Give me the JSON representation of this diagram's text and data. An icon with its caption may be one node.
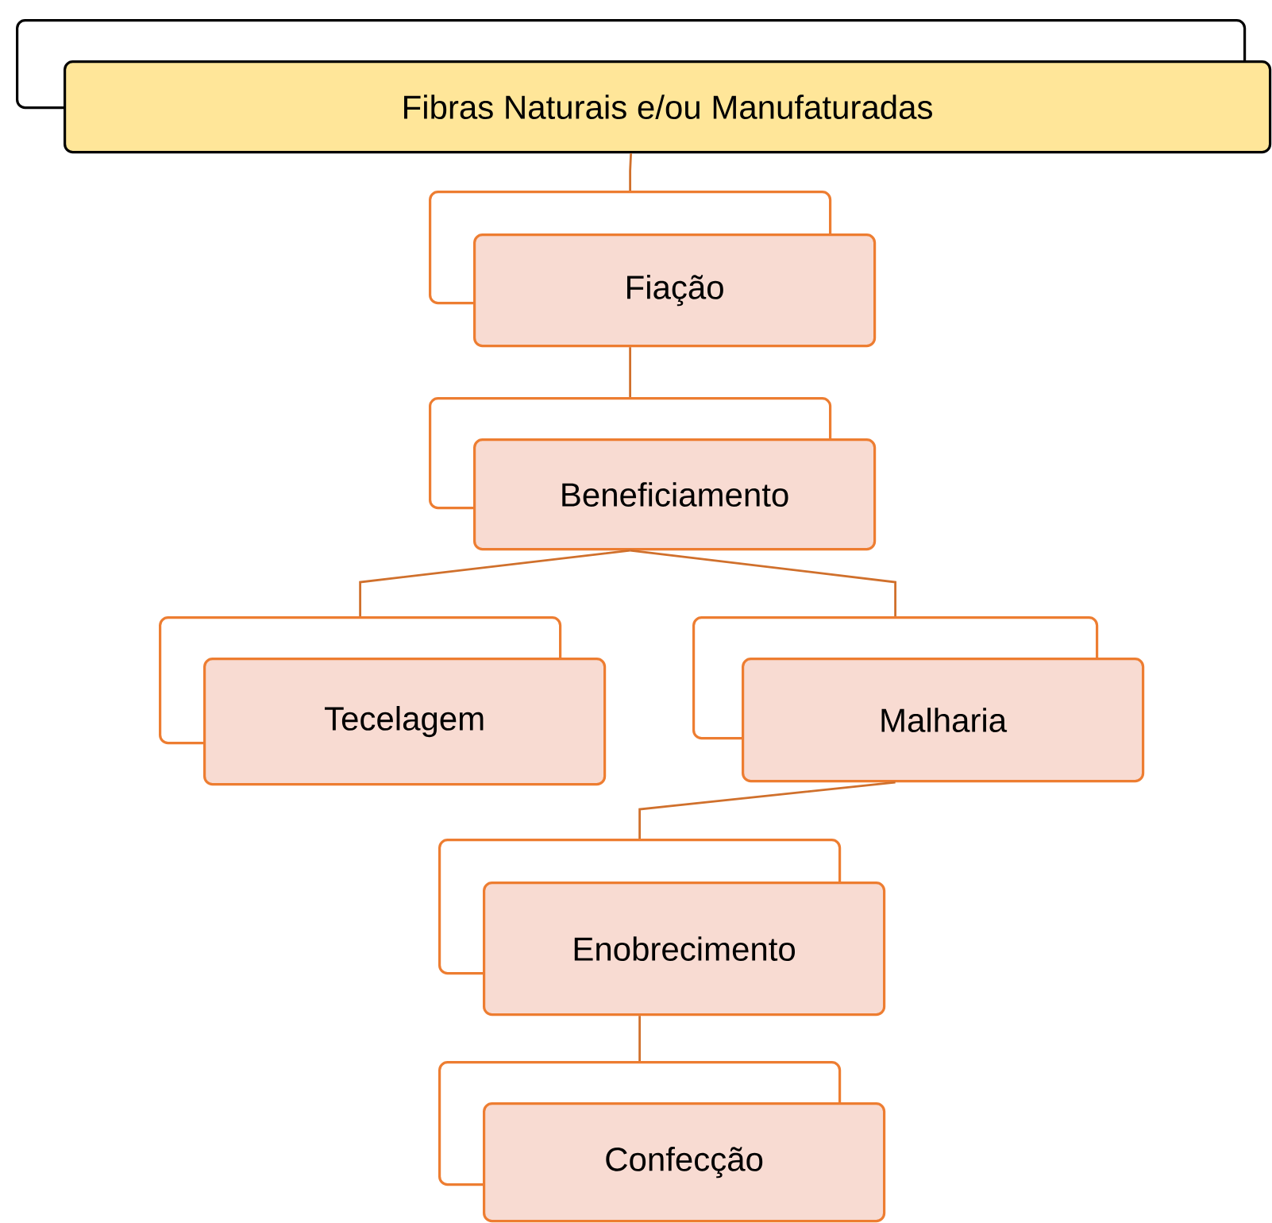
{
  "diagram": {
    "nodes": [
      {
        "text": [
          "Fibras Naturais e/ou Manufaturadas"
        ]
      },
      {
        "text": [
          "Fiação"
        ]
      },
      {
        "text": [
          "Beneficiamento"
        ]
      },
      {
        "text": [
          "Tecelagem"
        ]
      },
      {
        "text": [
          "Malharia"
        ]
      },
      {
        "text": [
          "Enobrecimento"
        ]
      },
      {
        "text": [
          "Confecção"
        ]
      }
    ],
    "edges": [
      {
        "from": 0,
        "to": 1,
        "arrow": "none"
      },
      {
        "from": 1,
        "to": 2,
        "arrow": "none"
      },
      {
        "from": 2,
        "to": 3,
        "arrow": "none"
      },
      {
        "from": 2,
        "to": 4,
        "arrow": "none"
      },
      {
        "from": 4,
        "to": 5,
        "arrow": "none"
      },
      {
        "from": 5,
        "to": 6,
        "arrow": "none"
      }
    ]
  }
}
